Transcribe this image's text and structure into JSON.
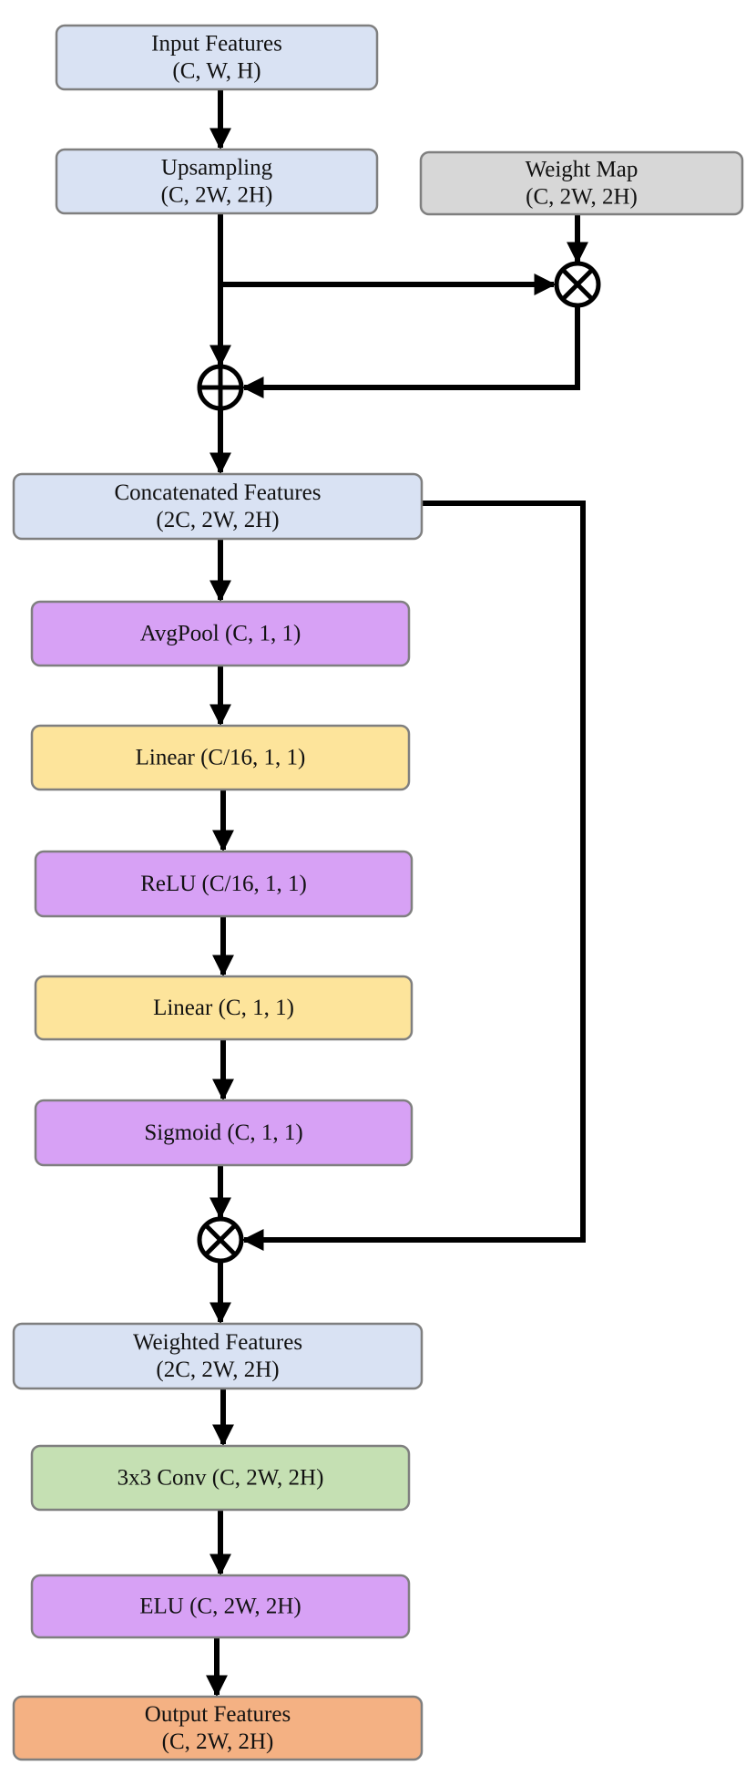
{
  "colors": {
    "feature": "#d9e2f3",
    "weight_map": "#d7d7d7",
    "activation": "#d7a1f5",
    "linear": "#fde49b",
    "conv": "#c5e0b3",
    "output": "#f4b183",
    "edge": "#000000",
    "border": "#7f7f7f"
  },
  "nodes": [
    {
      "id": "input",
      "lines": [
        "Input Features",
        "(C, W, H)"
      ],
      "kind": "feature"
    },
    {
      "id": "upsampling",
      "lines": [
        "Upsampling",
        "(C, 2W, 2H)"
      ],
      "kind": "feature"
    },
    {
      "id": "weight-map",
      "lines": [
        "Weight Map",
        "(C, 2W, 2H)"
      ],
      "kind": "weight_map"
    },
    {
      "id": "concat",
      "lines": [
        "Concatenated Features",
        "(2C, 2W, 2H)"
      ],
      "kind": "feature"
    },
    {
      "id": "avgpool",
      "lines": [
        "AvgPool (C, 1, 1)"
      ],
      "kind": "activation"
    },
    {
      "id": "linear-1",
      "lines": [
        "Linear (C/16, 1, 1)"
      ],
      "kind": "linear"
    },
    {
      "id": "relu",
      "lines": [
        "ReLU (C/16, 1, 1)"
      ],
      "kind": "activation"
    },
    {
      "id": "linear-2",
      "lines": [
        "Linear (C, 1, 1)"
      ],
      "kind": "linear"
    },
    {
      "id": "sigmoid",
      "lines": [
        "Sigmoid (C, 1, 1)"
      ],
      "kind": "activation"
    },
    {
      "id": "weighted",
      "lines": [
        "Weighted Features",
        "(2C, 2W, 2H)"
      ],
      "kind": "feature"
    },
    {
      "id": "conv",
      "lines": [
        "3x3 Conv (C, 2W, 2H)"
      ],
      "kind": "conv"
    },
    {
      "id": "elu",
      "lines": [
        "ELU (C, 2W, 2H)"
      ],
      "kind": "activation"
    },
    {
      "id": "output",
      "lines": [
        "Output Features",
        "(C, 2W, 2H)"
      ],
      "kind": "output"
    }
  ],
  "operators": [
    {
      "id": "multiply-weight",
      "symbol": "multiply"
    },
    {
      "id": "add-residual",
      "symbol": "add"
    },
    {
      "id": "multiply-attention",
      "symbol": "multiply"
    }
  ],
  "edges": [
    {
      "from": "input",
      "to": "upsampling"
    },
    {
      "from": "upsampling",
      "to": "add-residual"
    },
    {
      "from": "upsampling",
      "to": "multiply-weight"
    },
    {
      "from": "weight-map",
      "to": "multiply-weight"
    },
    {
      "from": "multiply-weight",
      "to": "add-residual"
    },
    {
      "from": "add-residual",
      "to": "concat"
    },
    {
      "from": "concat",
      "to": "avgpool"
    },
    {
      "from": "concat",
      "to": "multiply-attention"
    },
    {
      "from": "avgpool",
      "to": "linear-1"
    },
    {
      "from": "linear-1",
      "to": "relu"
    },
    {
      "from": "relu",
      "to": "linear-2"
    },
    {
      "from": "linear-2",
      "to": "sigmoid"
    },
    {
      "from": "sigmoid",
      "to": "multiply-attention"
    },
    {
      "from": "multiply-attention",
      "to": "weighted"
    },
    {
      "from": "weighted",
      "to": "conv"
    },
    {
      "from": "conv",
      "to": "elu"
    },
    {
      "from": "elu",
      "to": "output"
    }
  ]
}
